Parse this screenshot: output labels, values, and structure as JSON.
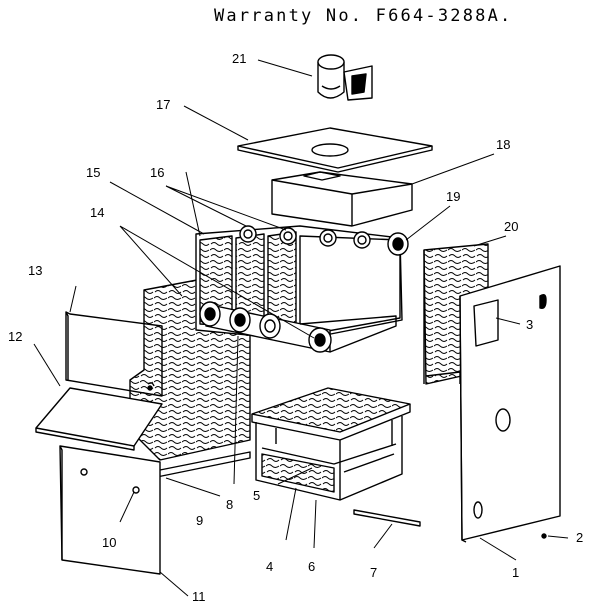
{
  "header": {
    "warranty": "Warranty No. F664-3288A."
  },
  "callouts": [
    "1",
    "2",
    "3",
    "4",
    "5",
    "6",
    "7",
    "8",
    "9",
    "10",
    "11",
    "12",
    "13",
    "14",
    "15",
    "16",
    "17",
    "18",
    "19",
    "20",
    "21"
  ],
  "colors": {
    "ink": "#000000",
    "paper": "#ffffff"
  }
}
